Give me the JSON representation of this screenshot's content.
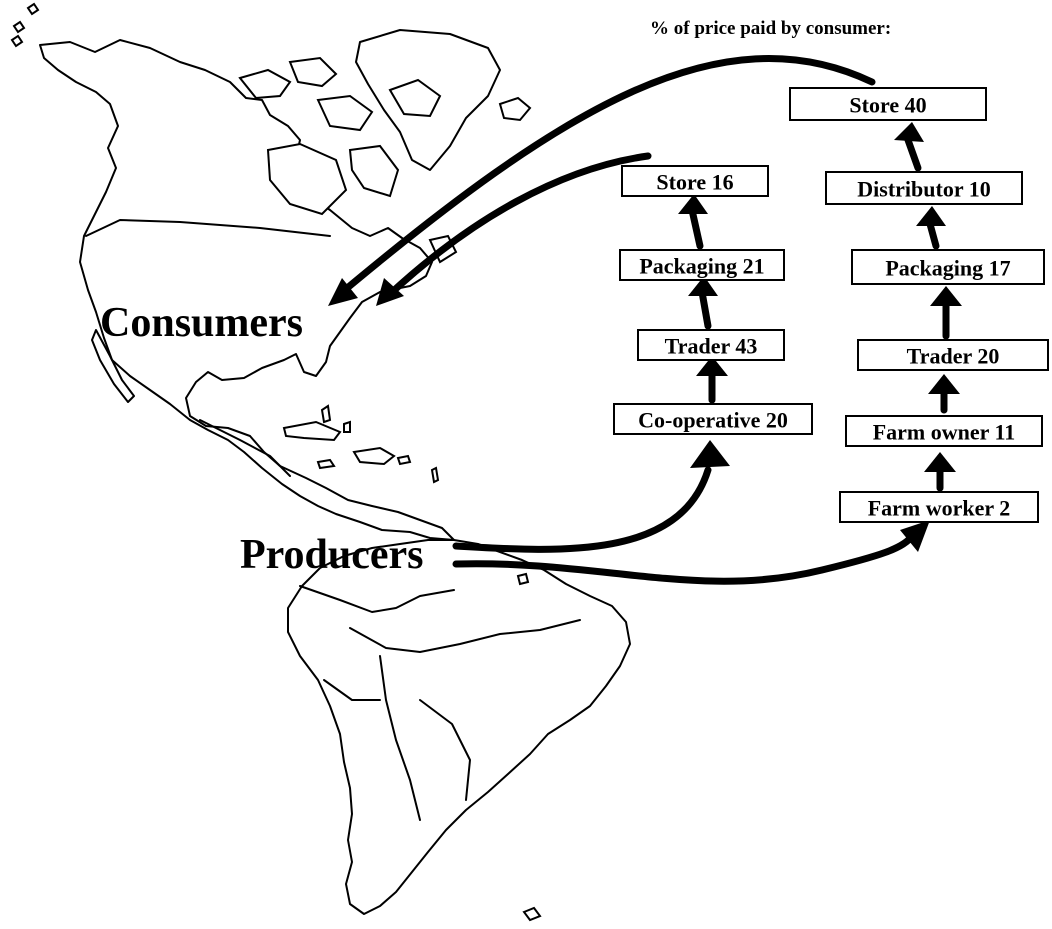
{
  "header": {
    "title": "% of price paid by consumer:"
  },
  "labels": {
    "consumers": "Consumers",
    "producers": "Producers"
  },
  "chains": {
    "left": [
      {
        "label": "Co-operative 20"
      },
      {
        "label": "Trader 43"
      },
      {
        "label": "Packaging 21"
      },
      {
        "label": "Store 16"
      }
    ],
    "right": [
      {
        "label": "Farm worker 2"
      },
      {
        "label": "Farm owner 11"
      },
      {
        "label": "Trader 20"
      },
      {
        "label": "Packaging 17"
      },
      {
        "label": "Distributor 10"
      },
      {
        "label": "Store 40"
      }
    ]
  },
  "icons": {
    "map": "americas-map-outline",
    "arrow": "arrow-head-icon"
  }
}
